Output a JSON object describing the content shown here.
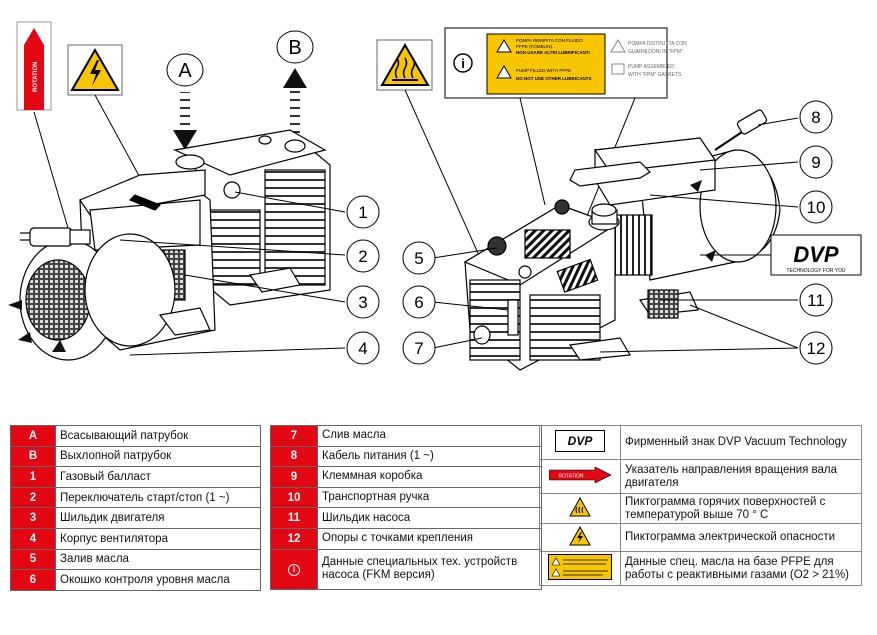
{
  "diagram": {
    "callout_letters": [
      "A",
      "B"
    ],
    "callout_numbers": [
      "1",
      "2",
      "3",
      "4",
      "5",
      "6",
      "7",
      "8",
      "9",
      "10",
      "11",
      "12"
    ],
    "info_symbol": "i",
    "brand": {
      "logo_text": "DVP",
      "tagline": "TECHNOLOGY FOR YOU"
    },
    "rotation_label": "ROTATION",
    "oil_label": {
      "line1": "POMPA RIEMPITA CON FLUIDO",
      "line2": "PFPE (FOMBLIN).",
      "line3": "NON USARE ALTRI LUBRIFICANTI",
      "line4": "PUMP FILLED WITH PFPE",
      "line5": "DO NOT USE OTHER LUBRICANTS"
    },
    "gasket_label": {
      "line1": "POMPA DISTRUTTA CON",
      "line2": "GUARNIZIONI IN \"FPM\"",
      "line3": "PUMP ASSEMBLED",
      "line4": "WITH \"FPM\" GASKETS"
    }
  },
  "legend_left": [
    {
      "key": "A",
      "text": "Всасывающий патрубок"
    },
    {
      "key": "B",
      "text": "Выхлопной патрубок"
    },
    {
      "key": "1",
      "text": "Газовый балласт"
    },
    {
      "key": "2",
      "text": "Переключатель старт/стоп (1 ~)"
    },
    {
      "key": "3",
      "text": "Шильдик двигателя"
    },
    {
      "key": "4",
      "text": "Корпус вентилятора"
    },
    {
      "key": "5",
      "text": "Залив масла"
    },
    {
      "key": "6",
      "text": "Окошко контроля уровня масла"
    }
  ],
  "legend_mid": [
    {
      "key": "7",
      "text": "Слив масла"
    },
    {
      "key": "8",
      "text": "Кабель питания (1 ~)"
    },
    {
      "key": "9",
      "text": "Клеммная коробка"
    },
    {
      "key": "10",
      "text": "Транспортная ручка"
    },
    {
      "key": "11",
      "text": "Шильдик насоса"
    },
    {
      "key": "12",
      "text": "Опоры с точками крепления"
    },
    {
      "key": "i",
      "text": "Данные специальных тех. устройств насоса (FKM версия)"
    }
  ],
  "legend_right": [
    {
      "icon": "dvp-logo-icon",
      "text": "Фирменный знак DVP Vacuum Technology"
    },
    {
      "icon": "rotation-arrow-icon",
      "text": "Указатель направления вращения вала двигателя"
    },
    {
      "icon": "hot-surface-icon",
      "text": "Пиктограмма горячих поверхностей с температурой выше 70 ° C"
    },
    {
      "icon": "electric-hazard-icon",
      "text": "Пиктограмма электрической опасности"
    },
    {
      "icon": "oil-label-icon",
      "text": "Данные спец. масла на базе PFPE для работы с реактивными газами (O2 > 21%)"
    }
  ],
  "colors": {
    "accent_red": "#e30613",
    "warning_yellow": "#f7c600"
  }
}
